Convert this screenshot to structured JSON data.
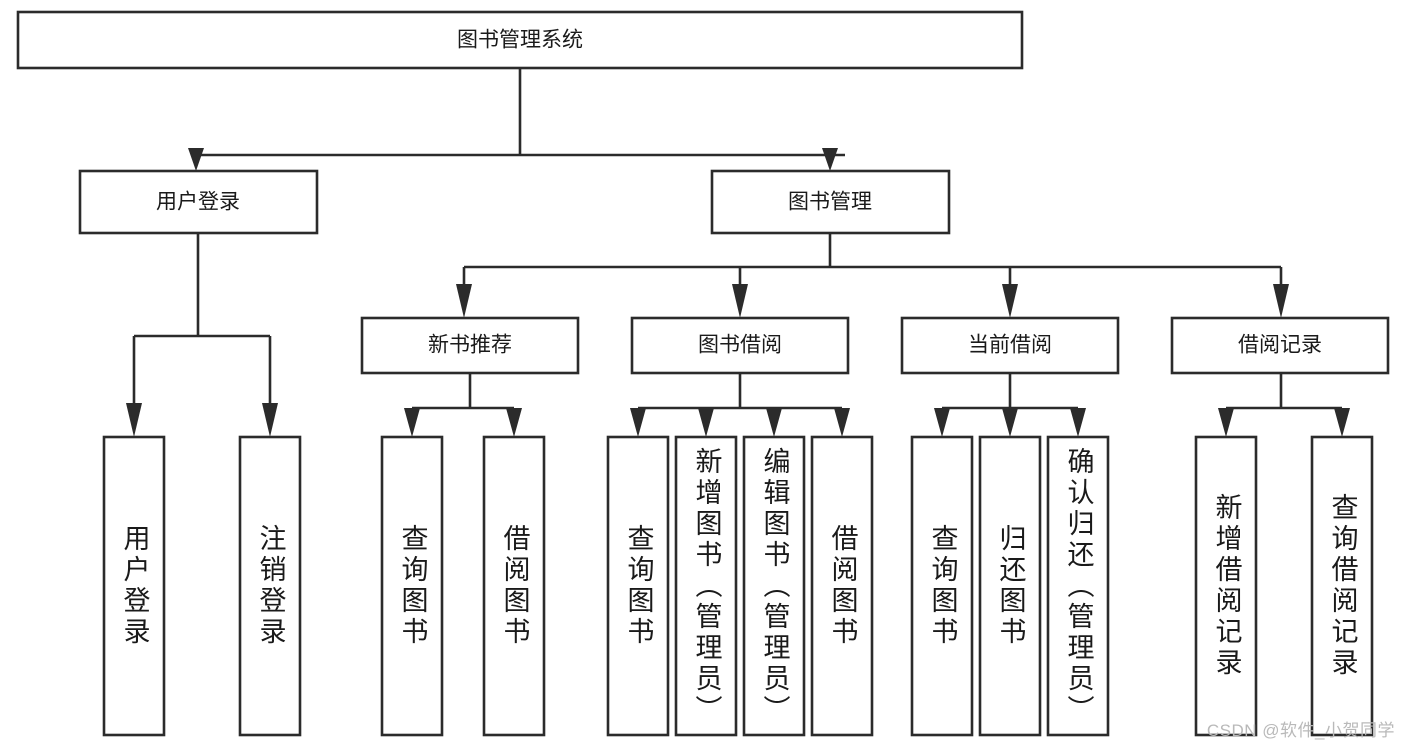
{
  "diagram": {
    "title": "图书管理系统",
    "type": "tree-hierarchy-diagram",
    "colors": {
      "stroke": "#2b2b2b",
      "fill": "#ffffff",
      "text": "#1a1a1a",
      "watermark": "#b9b9b9",
      "background": "#ffffff"
    },
    "root": {
      "label": "图书管理系统"
    },
    "level2": [
      {
        "label": "用户登录"
      },
      {
        "label": "图书管理"
      }
    ],
    "level3": [
      {
        "label": "新书推荐"
      },
      {
        "label": "图书借阅"
      },
      {
        "label": "当前借阅"
      },
      {
        "label": "借阅记录"
      }
    ],
    "leaves": [
      {
        "label": "用户登录",
        "parent": "用户登录"
      },
      {
        "label": "注销登录",
        "parent": "用户登录"
      },
      {
        "label": "查询图书",
        "parent": "新书推荐"
      },
      {
        "label": "借阅图书",
        "parent": "新书推荐"
      },
      {
        "label": "查询图书",
        "parent": "图书借阅"
      },
      {
        "label": "新增图书（管理员）",
        "parent": "图书借阅"
      },
      {
        "label": "编辑图书（管理员）",
        "parent": "图书借阅"
      },
      {
        "label": "借阅图书",
        "parent": "图书借阅"
      },
      {
        "label": "查询图书",
        "parent": "当前借阅"
      },
      {
        "label": "归还图书",
        "parent": "当前借阅"
      },
      {
        "label": "确认归还（管理员）",
        "parent": "当前借阅"
      },
      {
        "label": "新增借阅记录",
        "parent": "借阅记录"
      },
      {
        "label": "查询借阅记录",
        "parent": "借阅记录"
      }
    ],
    "watermark": "CSDN @软件_小贺同学"
  }
}
